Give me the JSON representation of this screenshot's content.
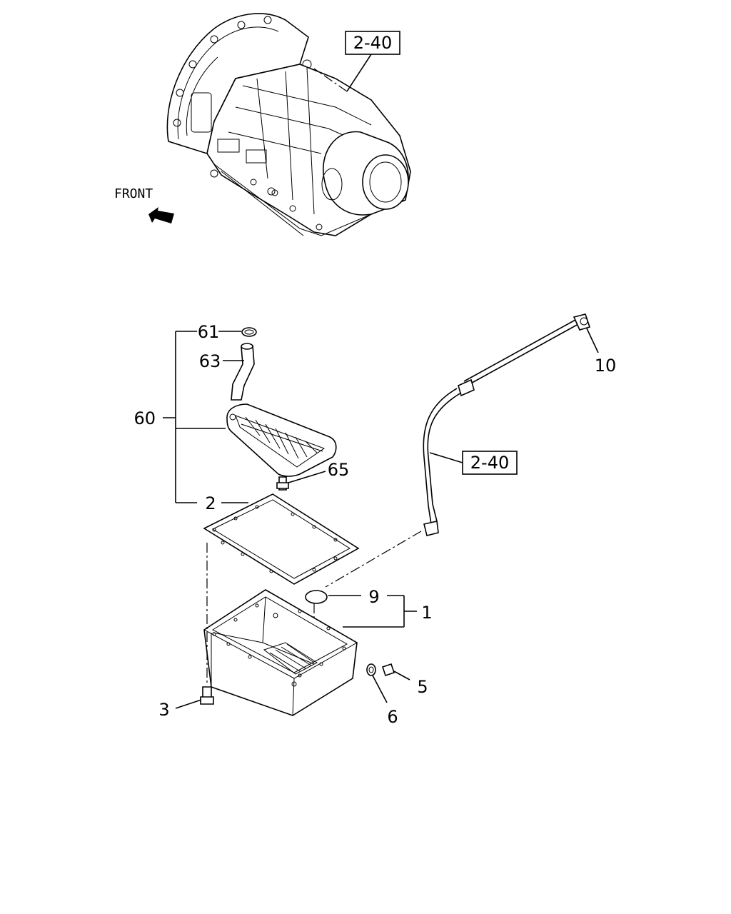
{
  "front_label": "FRONT",
  "callouts": {
    "ref_top": "2-40",
    "ref_pipe": "2-40",
    "p61": "61",
    "p63": "63",
    "p60": "60",
    "p65": "65",
    "p2": "2",
    "p10": "10",
    "p9": "9",
    "p1": "1",
    "p5": "5",
    "p6": "6",
    "p3": "3"
  }
}
